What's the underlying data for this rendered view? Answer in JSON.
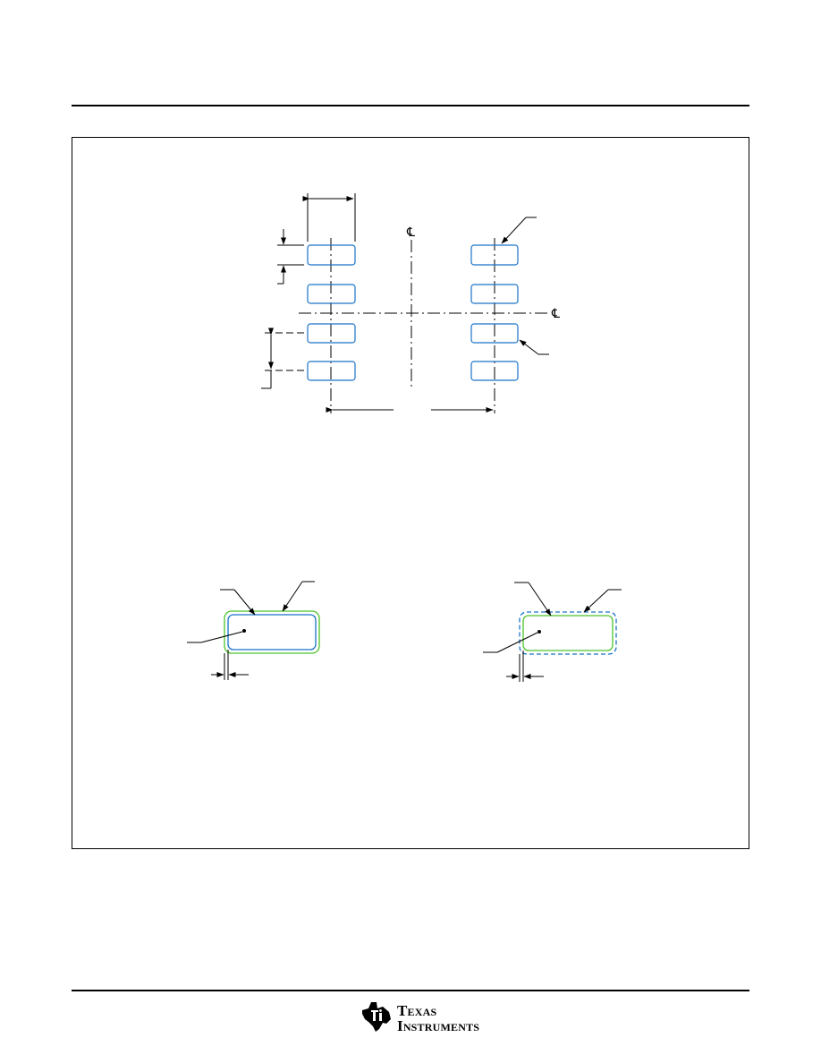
{
  "header": {
    "rule_color": "#000000"
  },
  "figure": {
    "pad_rows": 4,
    "pad_columns": 2,
    "centerline_symbol": "℄",
    "colors": {
      "copper_pad": "#1a73c8",
      "solder_mask": "#4cc42a",
      "outline": "#000000"
    },
    "detail_a": {
      "type": "non-solder-mask-defined",
      "pad_color": "#1a73c8",
      "mask_color": "#4cc42a"
    },
    "detail_b": {
      "type": "solder-mask-defined",
      "pad_color": "#4cc42a",
      "mask_color": "#1a73c8",
      "mask_style": "dashed"
    }
  },
  "footer": {
    "logo": {
      "line1": "Texas",
      "line2": "Instruments",
      "icon": "ti-state-logo-icon"
    }
  }
}
